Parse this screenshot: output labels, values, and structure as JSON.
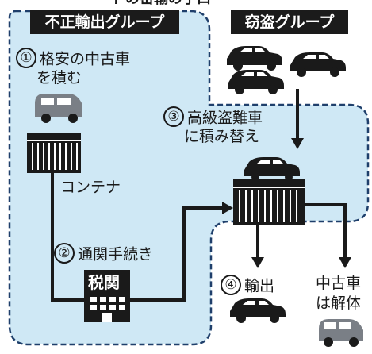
{
  "title_fragment": "ドの密輸の手口",
  "groups": {
    "smuggling": {
      "label": "不正輸出グループ"
    },
    "theft": {
      "label": "窃盗グループ"
    }
  },
  "steps": {
    "step1": {
      "number": "①",
      "line1": "格安の中古車",
      "line2": "を積む"
    },
    "step2": {
      "number": "②",
      "text": "通関手続き"
    },
    "step3": {
      "number": "③",
      "line1": "高級盗難車",
      "line2": "に積み替え"
    },
    "step4": {
      "number": "④",
      "text": "輸出"
    }
  },
  "labels": {
    "container": "コンテナ",
    "customs": "税関",
    "disassembly_line1": "中古車",
    "disassembly_line2": "は解体"
  },
  "colors": {
    "region_fill": "#cfe8f5",
    "region_border": "#1f3f6b",
    "header_fill": "#1b1b1b",
    "car_dark": "#1a1a1a",
    "van_gray": "#7a7f86",
    "arrow": "#1a1a1a"
  }
}
